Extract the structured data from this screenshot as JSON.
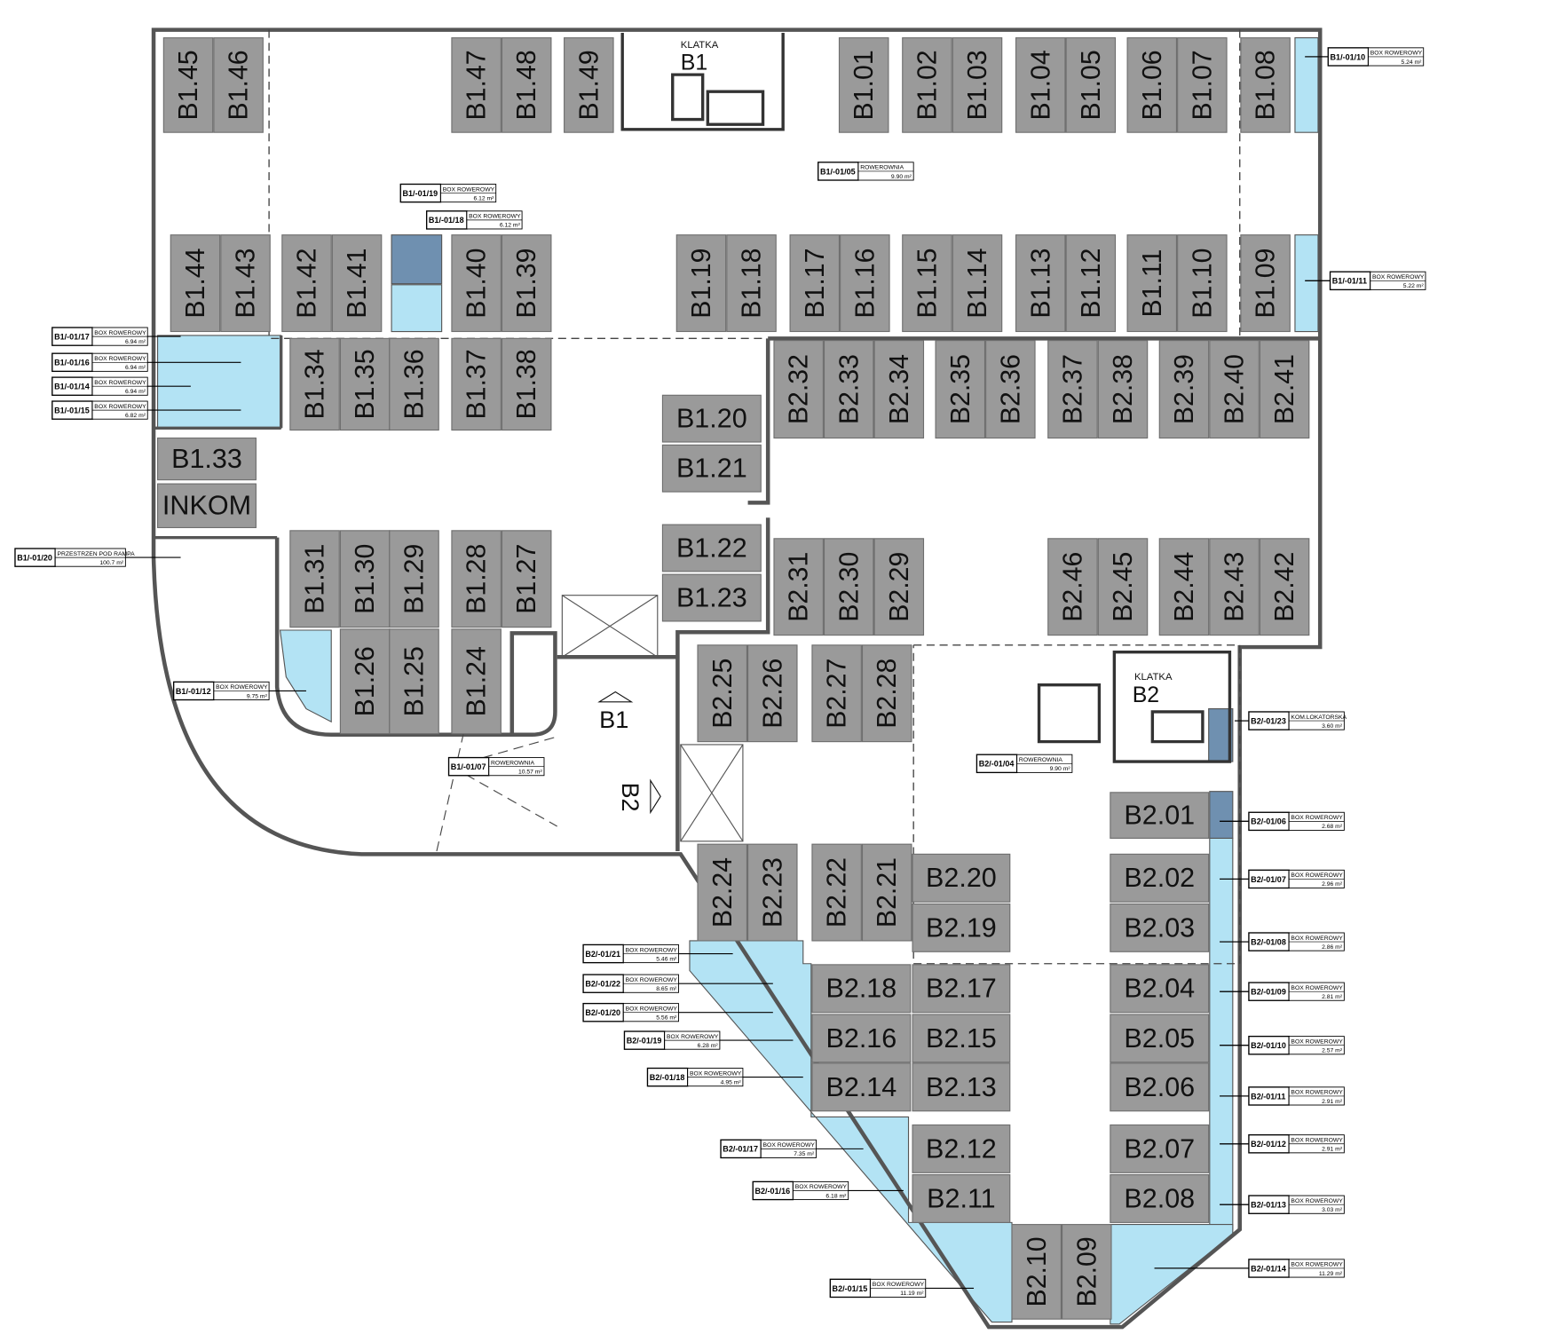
{
  "colors": {
    "spot": "#9a9a9a",
    "spot_stroke": "#6e6e6e",
    "bike_box": "#b3e3f4",
    "dark_box": "#6f90b0",
    "wall": "#555555"
  },
  "spots": [
    "B1.45",
    "B1.46",
    "B1.47",
    "B1.48",
    "B1.49",
    "B1.01",
    "B1.02",
    "B1.03",
    "B1.04",
    "B1.05",
    "B1.06",
    "B1.07",
    "B1.08",
    "B1.44",
    "B1.43",
    "B1.42",
    "B1.41",
    "B1.40",
    "B1.39",
    "B1.19",
    "B1.18",
    "B1.17",
    "B1.16",
    "B1.15",
    "B1.14",
    "B1.13",
    "B1.12",
    "B1.11",
    "B1.10",
    "B1.09",
    "B1.34",
    "B1.35",
    "B1.36",
    "B1.37",
    "B1.38",
    "B1.33",
    "INKOM",
    "B1.20",
    "B1.21",
    "B1.22",
    "B1.23",
    "B2.32",
    "B2.33",
    "B2.34",
    "B2.35",
    "B2.36",
    "B2.37",
    "B2.38",
    "B2.39",
    "B2.40",
    "B2.41",
    "B1.31",
    "B1.30",
    "B1.29",
    "B1.28",
    "B1.27",
    "B1.26",
    "B1.25",
    "B1.24",
    "B2.31",
    "B2.30",
    "B2.29",
    "B2.46",
    "B2.45",
    "B2.44",
    "B2.43",
    "B2.42",
    "B2.25",
    "B2.26",
    "B2.27",
    "B2.28",
    "B2.24",
    "B2.23",
    "B2.22",
    "B2.21",
    "B2.20",
    "B2.19",
    "B2.01",
    "B2.02",
    "B2.03",
    "B2.18",
    "B2.17",
    "B2.16",
    "B2.15",
    "B2.14",
    "B2.13",
    "B2.12",
    "B2.11",
    "B2.04",
    "B2.05",
    "B2.06",
    "B2.07",
    "B2.08",
    "B2.10",
    "B2.09"
  ],
  "callouts": [
    {
      "code": "B1/-01/10",
      "type": "BOX ROWEROWY",
      "area": "5.24 m²"
    },
    {
      "code": "B1/-01/11",
      "type": "BOX ROWEROWY",
      "area": "5.22 m²"
    },
    {
      "code": "B1/-01/05",
      "type": "ROWEROWNIA",
      "area": "9.90 m²"
    },
    {
      "code": "B1/-01/19",
      "type": "BOX ROWEROWY",
      "area": "6.12 m²"
    },
    {
      "code": "B1/-01/18",
      "type": "BOX ROWEROWY",
      "area": "6.12 m²"
    },
    {
      "code": "B1/-01/17",
      "type": "BOX ROWEROWY",
      "area": "6.94 m²"
    },
    {
      "code": "B1/-01/16",
      "type": "BOX ROWEROWY",
      "area": "6.94 m²"
    },
    {
      "code": "B1/-01/14",
      "type": "BOX ROWEROWY",
      "area": "6.94 m²"
    },
    {
      "code": "B1/-01/15",
      "type": "BOX ROWEROWY",
      "area": "6.82 m²"
    },
    {
      "code": "B1/-01/20",
      "type": "PRZESTRZEN POD RAMPA",
      "area": "100.7 m²"
    },
    {
      "code": "B1/-01/12",
      "type": "BOX ROWEROWY",
      "area": "9.75 m²"
    },
    {
      "code": "B1/-01/07",
      "type": "ROWEROWNIA",
      "area": "10.57 m²"
    },
    {
      "code": "B2/-01/23",
      "type": "KOM.LOKATORSKA",
      "area": "3.60 m²"
    },
    {
      "code": "B2/-01/04",
      "type": "ROWEROWNIA",
      "area": "9.90 m²"
    },
    {
      "code": "B2/-01/06",
      "type": "BOX ROWEROWY",
      "area": "2.68 m²"
    },
    {
      "code": "B2/-01/07",
      "type": "BOX ROWEROWY",
      "area": "2.96 m²"
    },
    {
      "code": "B2/-01/08",
      "type": "BOX ROWEROWY",
      "area": "2.86 m²"
    },
    {
      "code": "B2/-01/09",
      "type": "BOX ROWEROWY",
      "area": "2.81 m²"
    },
    {
      "code": "B2/-01/10",
      "type": "BOX ROWEROWY",
      "area": "2.57 m²"
    },
    {
      "code": "B2/-01/11",
      "type": "BOX ROWEROWY",
      "area": "2.91 m²"
    },
    {
      "code": "B2/-01/12",
      "type": "BOX ROWEROWY",
      "area": "2.91 m²"
    },
    {
      "code": "B2/-01/13",
      "type": "BOX ROWEROWY",
      "area": "3.03 m²"
    },
    {
      "code": "B2/-01/14",
      "type": "BOX ROWEROWY",
      "area": "11.29 m²"
    },
    {
      "code": "B2/-01/15",
      "type": "BOX ROWEROWY",
      "area": "11.19 m²"
    },
    {
      "code": "B2/-01/16",
      "type": "BOX ROWEROWY",
      "area": "6.18 m²"
    },
    {
      "code": "B2/-01/17",
      "type": "BOX ROWEROWY",
      "area": "7.35 m²"
    },
    {
      "code": "B2/-01/18",
      "type": "BOX ROWEROWY",
      "area": "4.95 m²"
    },
    {
      "code": "B2/-01/19",
      "type": "BOX ROWEROWY",
      "area": "6.28 m²"
    },
    {
      "code": "B2/-01/20",
      "type": "BOX ROWEROWY",
      "area": "5.56 m²"
    },
    {
      "code": "B2/-01/22",
      "type": "BOX ROWEROWY",
      "area": "8.65 m²"
    },
    {
      "code": "B2/-01/21",
      "type": "BOX ROWEROWY",
      "area": "5.46 m²"
    }
  ],
  "stairs": {
    "b1_caption": "KLATKA",
    "b1_name": "B1",
    "b2_caption": "KLATKA",
    "b2_name": "B2"
  },
  "ramp": {
    "up_label": "B1",
    "down_label": "B2"
  }
}
